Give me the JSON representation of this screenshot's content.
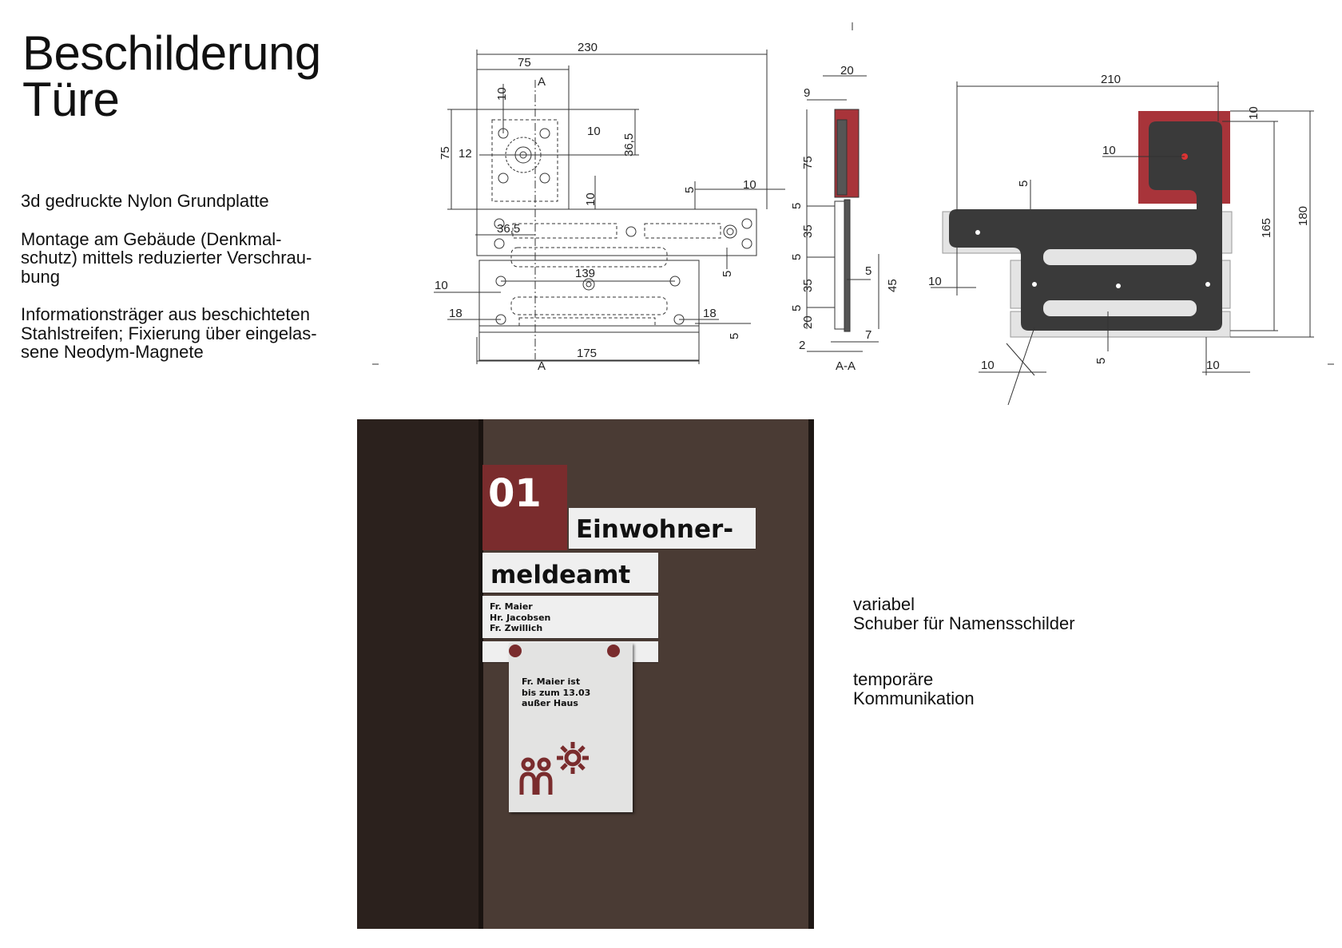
{
  "title": {
    "line1": "Beschilderung",
    "line2": "Türe"
  },
  "description": [
    "3d gedruckte Nylon Grundplatte",
    "Montage am Gebäude (Denkmal-schutz) mittels reduzierter Verschrau-bung",
    "Informationsträger aus beschichteten Stahlstreifen; Fixierung über eingelas-sene Neodym-Magnete"
  ],
  "drawing_front": {
    "dims": [
      "230",
      "75",
      "10",
      "10",
      "75",
      "12",
      "36,5",
      "10",
      "5",
      "10",
      "36,5",
      "139",
      "10",
      "18",
      "18",
      "175",
      "5",
      "5"
    ],
    "section_marks": [
      "A",
      "A"
    ]
  },
  "drawing_section": {
    "dims": [
      "20",
      "9",
      "75",
      "5",
      "35",
      "5",
      "35",
      "5",
      "20",
      "5",
      "45",
      "7",
      "2"
    ],
    "label": "A-A"
  },
  "drawing_render": {
    "dims": [
      "210",
      "10",
      "10",
      "5",
      "10",
      "165",
      "180",
      "10",
      "5",
      "10"
    ]
  },
  "sign": {
    "number": "01",
    "line1": "Einwohner-",
    "line2": "meldeamt",
    "names": [
      "Fr. Maier",
      "Hr. Jacobsen",
      "Fr. Zwillich"
    ],
    "card_text": [
      "Fr. Maier ist",
      "bis zum 13.03",
      "außer Haus"
    ]
  },
  "notes": {
    "variable": [
      "variabel",
      "Schuber für Namensschilder"
    ],
    "temporary": [
      "temporäre",
      "Kommunikation"
    ]
  },
  "colors": {
    "accent_red": "#7a2c2d",
    "door": "#4a3b34",
    "frame": "#2b211d",
    "plate_dark": "#3a3a3a",
    "plate_red": "#a8343a"
  }
}
